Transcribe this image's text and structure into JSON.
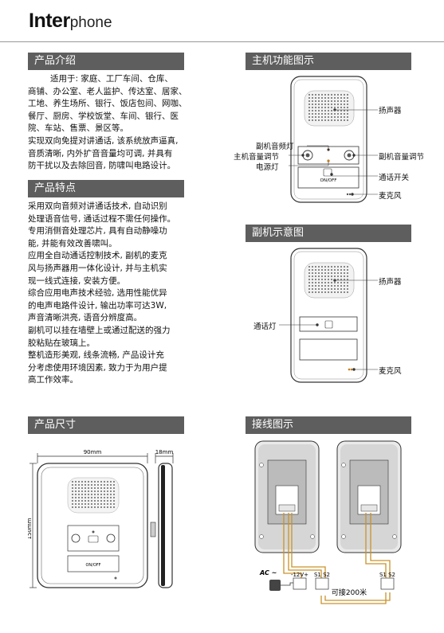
{
  "brand": {
    "bold": "Inter",
    "rest": "phone"
  },
  "sections": {
    "intro": {
      "title": "产品介绍",
      "lines": [
        "适用于: 家庭、工厂车间、仓库、",
        "商铺、办公室、老人监护、传达室、居家、",
        "工地、养生场所、银行、饭店包间、网咖、",
        "餐厅、厨房、学校饭堂、车间、银行、医",
        "院、车站、售票、景区等。",
        "实现双向免提对讲通话, 该系统放声逼真,",
        "音质清晰, 内外扩音音量均可调, 并具有",
        "防干扰以及去除回音, 防啸叫电路设计。"
      ]
    },
    "features": {
      "title": "产品特点",
      "lines": [
        "采用双向音频对讲通话技术, 自动识别",
        "处理语音信号, 通话过程不需任何操作。",
        "专用消侧音处理芯片, 具有自动静噪功",
        "能, 并能有效改善啸叫。",
        "应用全自动通话控制技术, 副机的麦克",
        "风与扬声器用一体化设计, 并与主机实",
        "现一线式连接, 安装方便。",
        "综合应用电声技术经验, 选用性能优异",
        "的电声电路件设计, 输出功率可达3W,",
        "声音清晰洪亮, 语音分辨度高。",
        "副机可以挂在墙壁上或通过配送的强力",
        "胶粘贴在玻璃上。",
        "整机造形美观, 线条流畅, 产品设计充",
        "分考虑使用环境因素, 致力于为用户提",
        "高工作效率。"
      ]
    },
    "size": {
      "title": "产品尺寸",
      "width_label": "90mm",
      "depth_label": "18mm",
      "height_label": "150mm",
      "onoff": "ON/OFF"
    },
    "main_unit": {
      "title": "主机功能图示",
      "onoff": "ON/OFF",
      "labels": {
        "speaker": "扬声器",
        "sub_audio_light": "副机音频灯",
        "main_volume": "主机音量调节",
        "power_light": "电源灯",
        "sub_volume": "副机音量调节",
        "call_switch": "通话开关",
        "microphone": "麦克风"
      }
    },
    "sub_unit": {
      "title": "副机示意图",
      "labels": {
        "speaker": "扬声器",
        "call_light": "通话灯",
        "microphone": "麦克风"
      }
    },
    "wiring": {
      "title": "接线图示",
      "ac_label": "AC ~",
      "power_terms": "-12V+",
      "s_terms": "S1 S2",
      "s_terms_right": "S1 S2",
      "distance": "可接200米"
    }
  },
  "colors": {
    "section_bg": "#5e5e5e",
    "wire": "#c9922a",
    "device_stroke": "#333333"
  }
}
